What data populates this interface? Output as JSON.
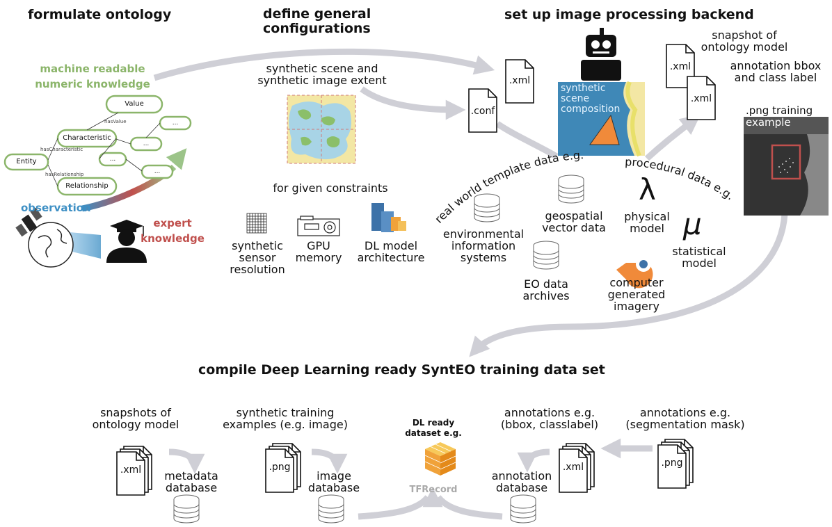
{
  "sections": {
    "formulate": "formulate ontology",
    "general_line1": "define general",
    "general_line2": "configurations",
    "backend": "set up image processing backend",
    "compile": "compile Deep Learning ready SyntEO training data set"
  },
  "ontology": {
    "machine_line1": "machine readable",
    "machine_line2": "numeric knowledge",
    "nodes": {
      "value": "Value",
      "characteristic": "Characteristic",
      "entity": "Entity",
      "relationship": "Relationship",
      "ellipsis": "..."
    },
    "edges": {
      "has_value": "hasValue",
      "has_characteristic": "hasCharacteristic",
      "has_relationship": "hasRelationship"
    },
    "observation": "observation",
    "expert_line1": "expert",
    "expert_line2": "knowledge"
  },
  "config": {
    "scene_line1": "synthetic scene and",
    "scene_line2": "synthetic image extent",
    "constraints": "for given constraints",
    "sensor_line1": "synthetic",
    "sensor_line2": "sensor",
    "sensor_line3": "resolution",
    "gpu_line1": "GPU",
    "gpu_line2": "memory",
    "dl_line1": "DL model",
    "dl_line2": "architecture"
  },
  "backend": {
    "xml": ".xml",
    "conf": ".conf",
    "composition_line1": "synthetic",
    "composition_line2": "scene",
    "composition_line3": "composition",
    "snapshot_line1": "snapshot of",
    "snapshot_line2": "ontology model",
    "annot_line1": "annotation bbox",
    "annot_line2": "and class label",
    "png_line1": ".png training",
    "png_line2": "example",
    "real_world": "real world template data e.g.",
    "procedural": "procedural data e.g.",
    "env_line1": "environmental",
    "env_line2": "information",
    "env_line3": "systems",
    "geo_line1": "geospatial",
    "geo_line2": "vector data",
    "eo_line1": "EO data",
    "eo_line2": "archives",
    "lambda": "λ",
    "mu": "μ",
    "physical_line1": "physical",
    "physical_line2": "model",
    "statistical_line1": "statistical",
    "statistical_line2": "model",
    "cgi_line1": "computer",
    "cgi_line2": "generated",
    "cgi_line3": "imagery"
  },
  "compile": {
    "snapshots_line1": "snapshots of",
    "snapshots_line2": "ontology model",
    "synthetic_line1": "synthetic training",
    "synthetic_line2": "examples (e.g. image)",
    "dl_ready_line1": "DL ready",
    "dl_ready_line2": "dataset e.g.",
    "tfrecord": "TFRecord",
    "annot1_line1": "annotations e.g.",
    "annot1_line2": "(bbox, classlabel)",
    "annot2_line1": "annotations e.g.",
    "annot2_line2": "(segmentation mask)",
    "xml": ".xml",
    "png": ".png",
    "metadata_line1": "metadata",
    "metadata_line2": "database",
    "image_line1": "image",
    "image_line2": "database",
    "annotation_line1": "annotation",
    "annotation_line2": "database"
  },
  "colors": {
    "green": "#8bb56a",
    "blue": "#3d8fc4",
    "red": "#c0504d",
    "arrow": "#cfcfd6",
    "ocean": "#3f88b7",
    "sand": "#f3e7a4",
    "orange": "#f08a3a"
  }
}
